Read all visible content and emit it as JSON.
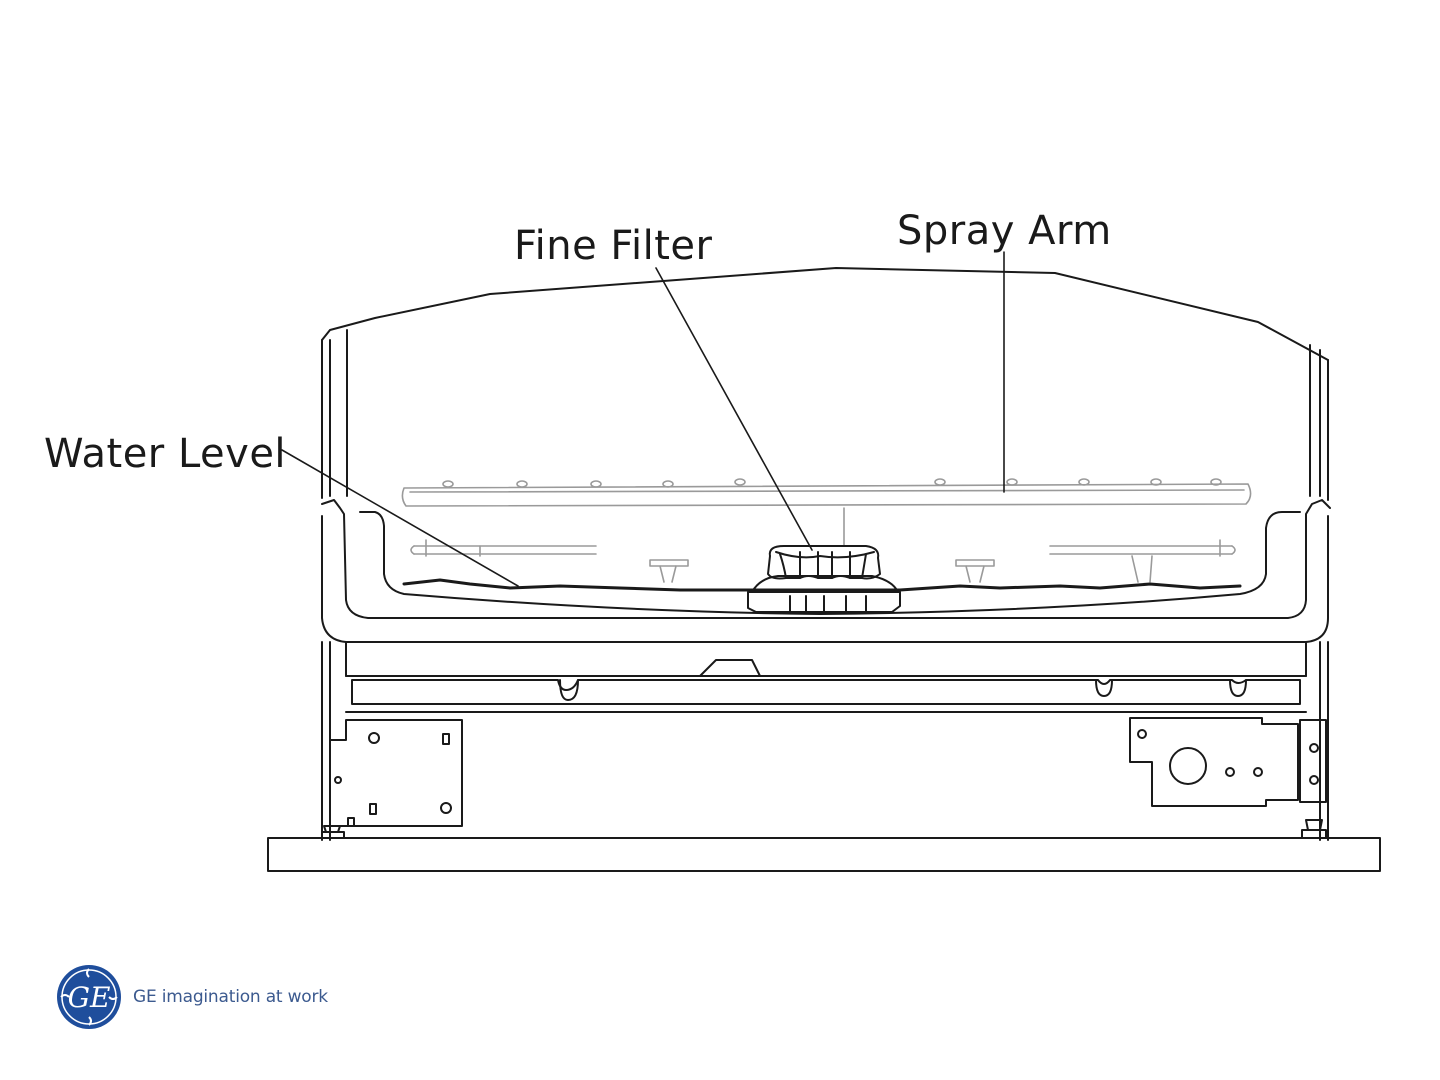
{
  "labels": {
    "fine_filter": "Fine Filter",
    "spray_arm": "Spray Arm",
    "water_level": "Water Level"
  },
  "brand": {
    "logo_icon": "ge-monogram-icon",
    "logo_text": "GE",
    "tagline": "GE imagination at work",
    "color": "#1f4e9c"
  },
  "colors": {
    "line": "#1a1a1a",
    "faint_line": "#9a9a9a",
    "background": "#ffffff"
  }
}
